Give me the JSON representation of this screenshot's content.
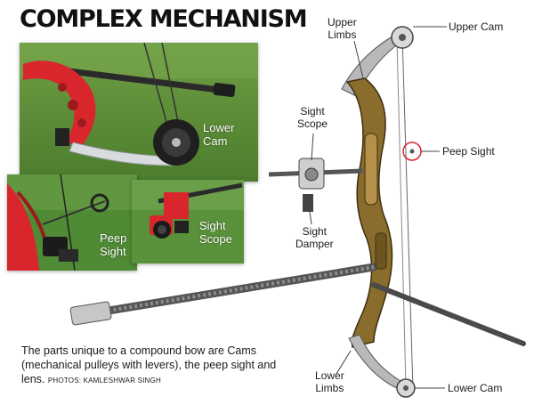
{
  "title": "COMPLEX MECHANISM",
  "photos": {
    "lower_cam": {
      "label_line1": "Lower",
      "label_line2": "Cam"
    },
    "peep_sight": {
      "label_line1": "Peep",
      "label_line2": "Sight"
    },
    "sight_scope": {
      "label_line1": "Sight",
      "label_line2": "Scope"
    }
  },
  "diagram_labels": {
    "upper_limbs": {
      "line1": "Upper",
      "line2": "Limbs"
    },
    "upper_cam": "Upper Cam",
    "sight_scope": {
      "line1": "Sight",
      "line2": "Scope"
    },
    "peep_sight": "Peep Sight",
    "sight_damper": {
      "line1": "Sight",
      "line2": "Damper"
    },
    "lower_limbs": {
      "line1": "Lower",
      "line2": "Limbs"
    },
    "lower_cam": "Lower Cam"
  },
  "caption": {
    "text": "The parts unique to a compound bow are Cams (mechanical pulleys with levers), the peep sight and lens.",
    "credit": "PHOTOS: KAMLESHWAR SINGH"
  },
  "colors": {
    "bow_bronze": "#8a6d2c",
    "grass": "#5c8f3a",
    "red_part": "#d8262c",
    "peep_marker": "#d8262c"
  }
}
